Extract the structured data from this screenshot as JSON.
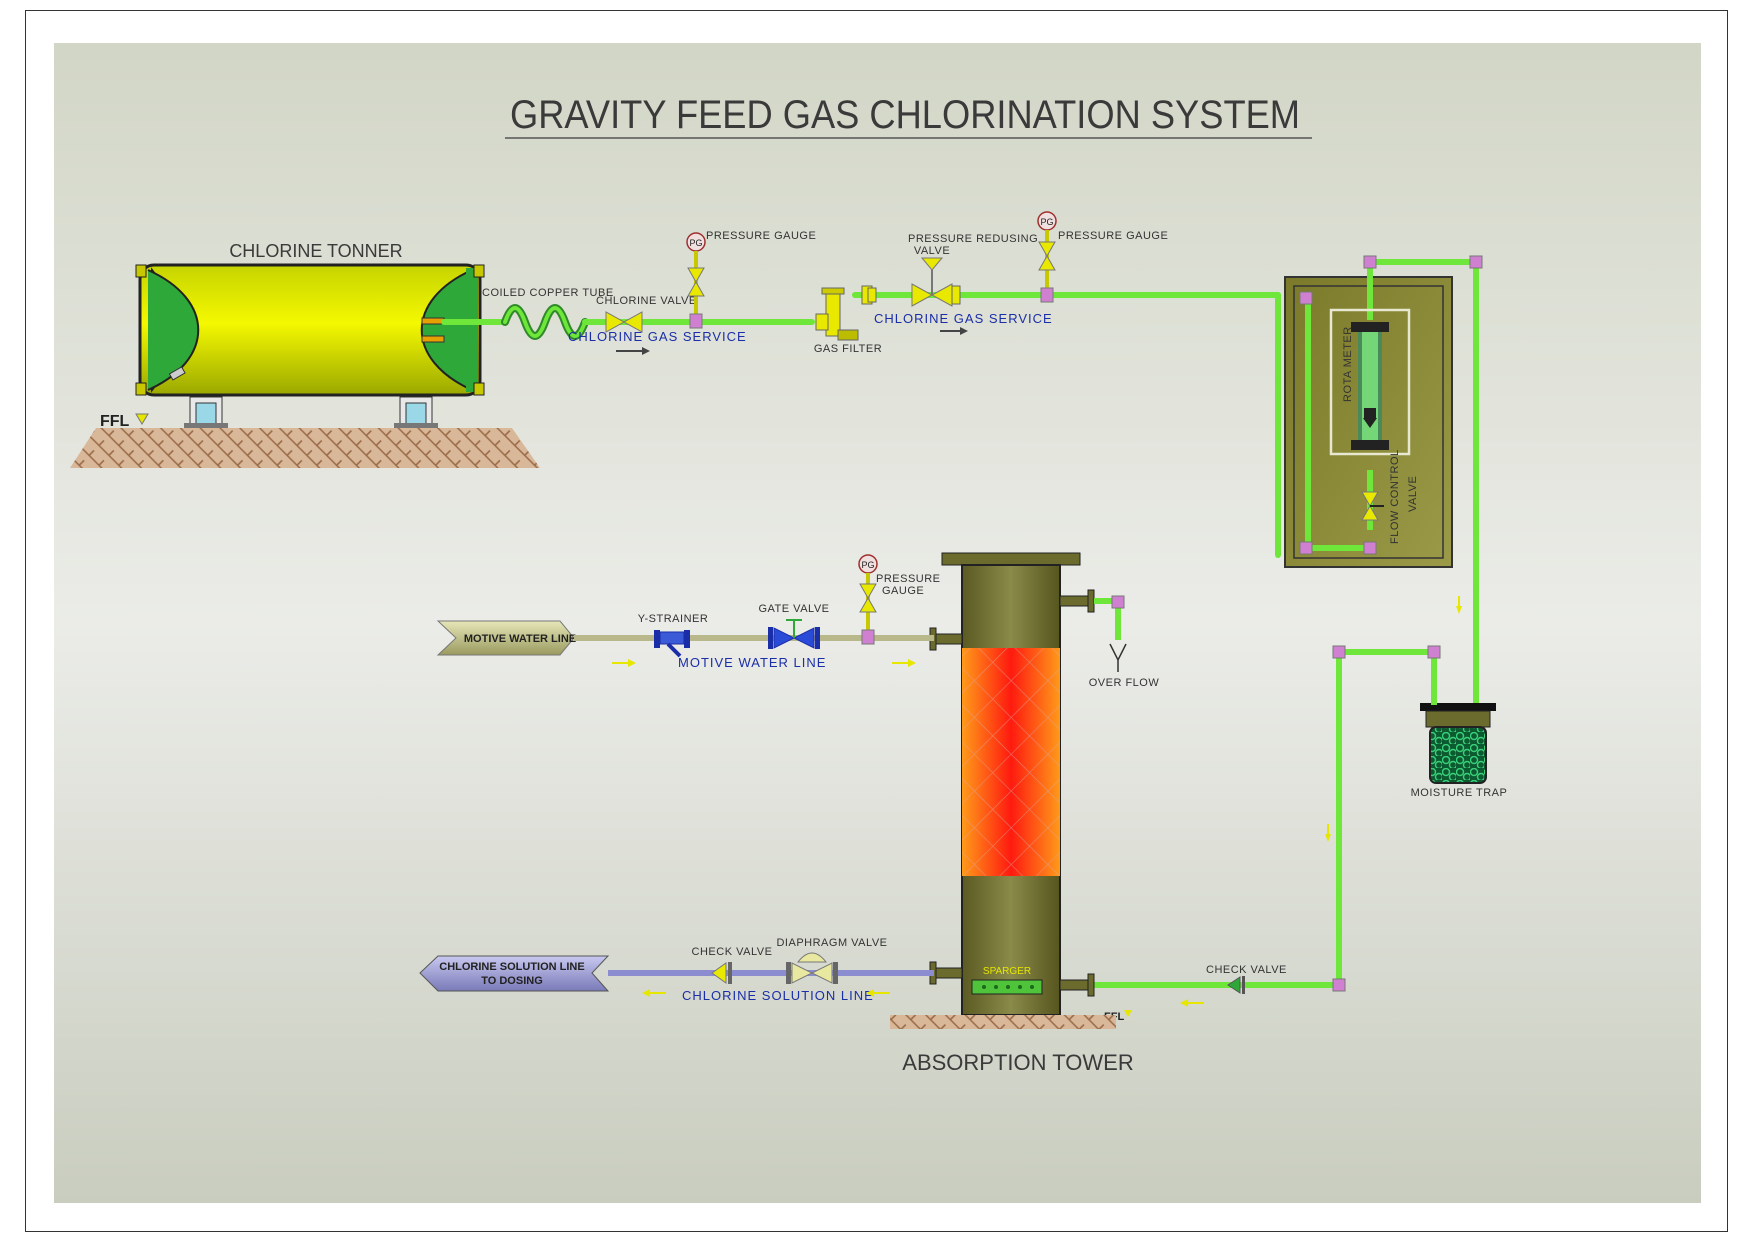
{
  "title": "GRAVITY FEED GAS CHLORINATION SYSTEM",
  "labels": {
    "chlorine_tonner": "CHLORINE TONNER",
    "ffl": "FFL",
    "coiled_copper_tube": "COILED COPPER TUBE",
    "chlorine_valve": "CHLORINE VALVE",
    "pg": "PG",
    "pressure_gauge": "PRESSURE GAUGE",
    "chlorine_gas_service": "CHLORINE GAS SERVICE",
    "gas_filter": "GAS FILTER",
    "pressure_redusing": "PRESSURE REDUSING",
    "valve": "VALVE",
    "rota_meter": "ROTA METER",
    "flow_control": "FLOW CONTROL",
    "moisture_trap": "MOISTURE TRAP",
    "motive_water_line_arrow": "MOTIVE WATER LINE",
    "y_strainer": "Y-STRAINER",
    "gate_valve": "GATE VALVE",
    "motive_water_line": "MOTIVE WATER LINE",
    "pressure": "PRESSURE",
    "gauge": "GAUGE",
    "over_flow": "OVER FLOW",
    "check_valve": "CHECK VALVE",
    "diaphragm_valve": "DIAPHRAGM VALVE",
    "chlorine_solution_line": "CHLORINE SOLUTION LINE",
    "chlorine_solution_line_arrow_1": "CHLORINE SOLUTION LINE",
    "chlorine_solution_line_arrow_2": "TO DOSING",
    "sparger": "SPARGER",
    "absorption_tower": "ABSORPTION TOWER"
  },
  "colors": {
    "gas_line": "#6ee63a",
    "tank_body": "#e8f000",
    "tank_end": "#2faa3a",
    "ground": "#c9a080",
    "packing": "#ff3a1a",
    "column": "#6b6b2e",
    "label_blue": "#1a2ea8"
  }
}
